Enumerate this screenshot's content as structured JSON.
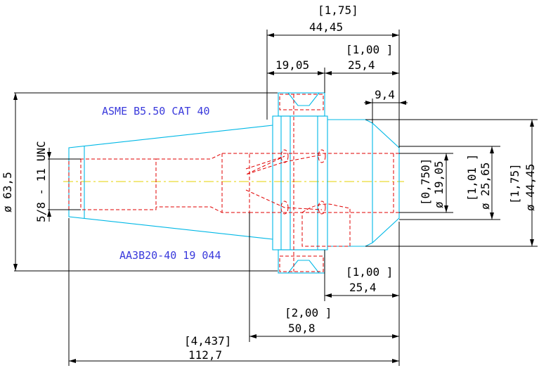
{
  "notes": {
    "standard": "ASME B5.50 CAT 40",
    "part_number": "AA3B20-40 19 044"
  },
  "dims": {
    "overall_width_in": "[1,75]",
    "overall_width_mm": "44,45",
    "flange_right_in": "[1,00 ]",
    "flange_right_mm": "25,4",
    "flange_left_mm": "19,05",
    "nose_mm": "9,4",
    "bore_in": "[0,750]",
    "bore_mm": "ø 19,05",
    "mid_dia_in": "[1,01 ]",
    "mid_dia_mm": "ø 25,65",
    "outer_dia_in": "[1,75]",
    "outer_dia_mm": "ø 44,45",
    "taper_dia": "ø 63,5",
    "thread": "5/8 - 11 UNC",
    "flange_bottom_in": "[1,00 ]",
    "flange_bottom_mm": "25,4",
    "gauge_in": "[2,00 ]",
    "gauge_mm": "50,8",
    "overall_len_in": "[4,437]",
    "overall_len_mm": "112,7"
  }
}
